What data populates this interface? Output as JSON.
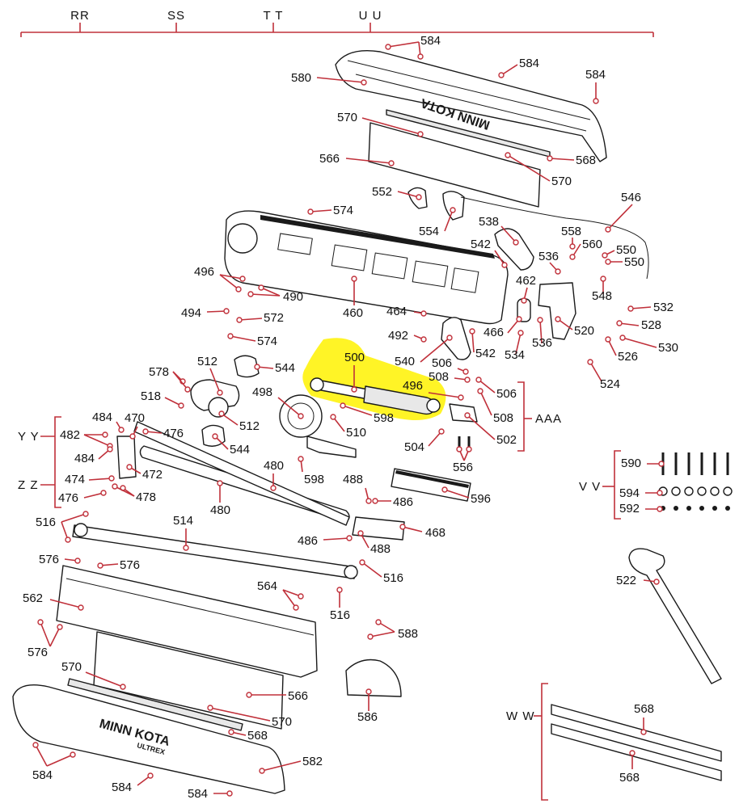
{
  "highlight_color": "#fff200",
  "leader_color": "#c0303a",
  "groups": {
    "RR": "RR",
    "SS": "SS",
    "TT": "T T",
    "UU": "U U",
    "YY": "Y Y",
    "ZZ": "Z Z",
    "AAA": "AAA",
    "VV": "V V",
    "WW": "W W"
  },
  "brand": {
    "top": "MINN KOTA",
    "bottom": "MINN KOTA",
    "bottom_sub": "ULTREX"
  },
  "labels": [
    {
      "id": "l584a",
      "text": "584"
    },
    {
      "id": "l584b",
      "text": "584"
    },
    {
      "id": "l584c",
      "text": "584"
    },
    {
      "id": "l580",
      "text": "580"
    },
    {
      "id": "l570a",
      "text": "570"
    },
    {
      "id": "l566a",
      "text": "566"
    },
    {
      "id": "l568a",
      "text": "568"
    },
    {
      "id": "l570b",
      "text": "570"
    },
    {
      "id": "l552",
      "text": "552"
    },
    {
      "id": "l554",
      "text": "554"
    },
    {
      "id": "l546",
      "text": "546"
    },
    {
      "id": "l574a",
      "text": "574"
    },
    {
      "id": "l538",
      "text": "538"
    },
    {
      "id": "l558",
      "text": "558"
    },
    {
      "id": "l560",
      "text": "560"
    },
    {
      "id": "l550a",
      "text": "550"
    },
    {
      "id": "l550b",
      "text": "550"
    },
    {
      "id": "l542a",
      "text": "542"
    },
    {
      "id": "l536a",
      "text": "536"
    },
    {
      "id": "l548",
      "text": "548"
    },
    {
      "id": "l462",
      "text": "462"
    },
    {
      "id": "l532",
      "text": "532"
    },
    {
      "id": "l496a",
      "text": "496"
    },
    {
      "id": "l490",
      "text": "490"
    },
    {
      "id": "l460",
      "text": "460"
    },
    {
      "id": "l528",
      "text": "528"
    },
    {
      "id": "l494",
      "text": "494"
    },
    {
      "id": "l572",
      "text": "572"
    },
    {
      "id": "l464",
      "text": "464"
    },
    {
      "id": "l466",
      "text": "466"
    },
    {
      "id": "l520",
      "text": "520"
    },
    {
      "id": "l530",
      "text": "530"
    },
    {
      "id": "l574b",
      "text": "574"
    },
    {
      "id": "l492",
      "text": "492"
    },
    {
      "id": "l542b",
      "text": "542"
    },
    {
      "id": "l534",
      "text": "534"
    },
    {
      "id": "l536b",
      "text": "536"
    },
    {
      "id": "l526",
      "text": "526"
    },
    {
      "id": "l540",
      "text": "540"
    },
    {
      "id": "l500",
      "text": "500"
    },
    {
      "id": "l512a",
      "text": "512"
    },
    {
      "id": "l544a",
      "text": "544"
    },
    {
      "id": "l506a",
      "text": "506"
    },
    {
      "id": "l524",
      "text": "524"
    },
    {
      "id": "l578",
      "text": "578"
    },
    {
      "id": "l508a",
      "text": "508"
    },
    {
      "id": "l496b",
      "text": "496"
    },
    {
      "id": "l506b",
      "text": "506"
    },
    {
      "id": "l498",
      "text": "498"
    },
    {
      "id": "l518",
      "text": "518"
    },
    {
      "id": "l598a",
      "text": "598"
    },
    {
      "id": "l508b",
      "text": "508"
    },
    {
      "id": "l484a",
      "text": "484"
    },
    {
      "id": "l470",
      "text": "470"
    },
    {
      "id": "l512b",
      "text": "512"
    },
    {
      "id": "l510",
      "text": "510"
    },
    {
      "id": "l502",
      "text": "502"
    },
    {
      "id": "l482",
      "text": "482"
    },
    {
      "id": "l476a",
      "text": "476"
    },
    {
      "id": "l504",
      "text": "504"
    },
    {
      "id": "l484b",
      "text": "484"
    },
    {
      "id": "l544b",
      "text": "544"
    },
    {
      "id": "l556",
      "text": "556"
    },
    {
      "id": "l472",
      "text": "472"
    },
    {
      "id": "l480a",
      "text": "480"
    },
    {
      "id": "l590",
      "text": "590"
    },
    {
      "id": "l474",
      "text": "474"
    },
    {
      "id": "l598b",
      "text": "598"
    },
    {
      "id": "l478",
      "text": "478"
    },
    {
      "id": "l488a",
      "text": "488"
    },
    {
      "id": "l594",
      "text": "594"
    },
    {
      "id": "l476b",
      "text": "476"
    },
    {
      "id": "l480b",
      "text": "480"
    },
    {
      "id": "l486a",
      "text": "486"
    },
    {
      "id": "l596",
      "text": "596"
    },
    {
      "id": "l592",
      "text": "592"
    },
    {
      "id": "l516a",
      "text": "516"
    },
    {
      "id": "l514",
      "text": "514"
    },
    {
      "id": "l468",
      "text": "468"
    },
    {
      "id": "l486b",
      "text": "486"
    },
    {
      "id": "l488b",
      "text": "488"
    },
    {
      "id": "l576a",
      "text": "576"
    },
    {
      "id": "l576b",
      "text": "576"
    },
    {
      "id": "l516b",
      "text": "516"
    },
    {
      "id": "l522",
      "text": "522"
    },
    {
      "id": "l564",
      "text": "564"
    },
    {
      "id": "l562",
      "text": "562"
    },
    {
      "id": "l516c",
      "text": "516"
    },
    {
      "id": "l588",
      "text": "588"
    },
    {
      "id": "l576c",
      "text": "576"
    },
    {
      "id": "l570c",
      "text": "570"
    },
    {
      "id": "l566b",
      "text": "566"
    },
    {
      "id": "l586",
      "text": "586"
    },
    {
      "id": "l570d",
      "text": "570"
    },
    {
      "id": "l568b",
      "text": "568"
    },
    {
      "id": "l568c",
      "text": "568"
    },
    {
      "id": "l568d",
      "text": "568"
    },
    {
      "id": "l582",
      "text": "582"
    },
    {
      "id": "l584d",
      "text": "584"
    },
    {
      "id": "l584e",
      "text": "584"
    },
    {
      "id": "l584f",
      "text": "584"
    }
  ]
}
